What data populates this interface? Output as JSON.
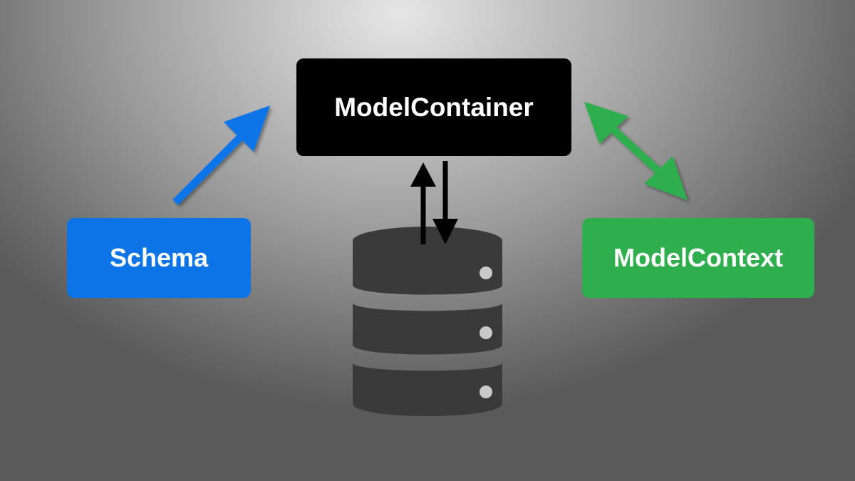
{
  "diagram": {
    "nodes": {
      "container": {
        "label": "ModelContainer",
        "color": "#000000"
      },
      "schema": {
        "label": "Schema",
        "color": "#0d74e8"
      },
      "context": {
        "label": "ModelContext",
        "color": "#2fae4e"
      }
    },
    "edges": [
      {
        "from": "schema",
        "to": "container",
        "direction": "one-way",
        "color": "#0d74e8"
      },
      {
        "from": "container",
        "to": "context",
        "direction": "two-way",
        "color": "#2fae4e"
      },
      {
        "from": "container",
        "to": "database",
        "direction": "two-way",
        "color": "#000000"
      }
    ],
    "database_icon": {
      "icon": "database-icon",
      "color": "#3a3a3a"
    }
  }
}
